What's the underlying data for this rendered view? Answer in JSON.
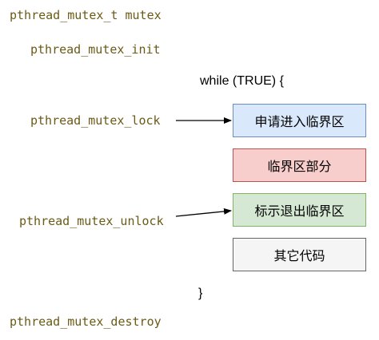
{
  "code_labels": {
    "declare": "pthread_mutex_t mutex",
    "init": "pthread_mutex_init",
    "lock": "pthread_mutex_lock",
    "unlock": "pthread_mutex_unlock",
    "destroy": "pthread_mutex_destroy"
  },
  "loop": {
    "open": "while (TRUE) {",
    "close": "}"
  },
  "steps": [
    {
      "label": "申请进入临界区",
      "fill": "#dae8fc",
      "stroke": "#6c8ebf"
    },
    {
      "label": "临界区部分",
      "fill": "#f8cecc",
      "stroke": "#b85450"
    },
    {
      "label": "标示退出临界区",
      "fill": "#d5e8d4",
      "stroke": "#82b366"
    },
    {
      "label": "其它代码",
      "fill": "#f5f5f5",
      "stroke": "#666666"
    }
  ]
}
